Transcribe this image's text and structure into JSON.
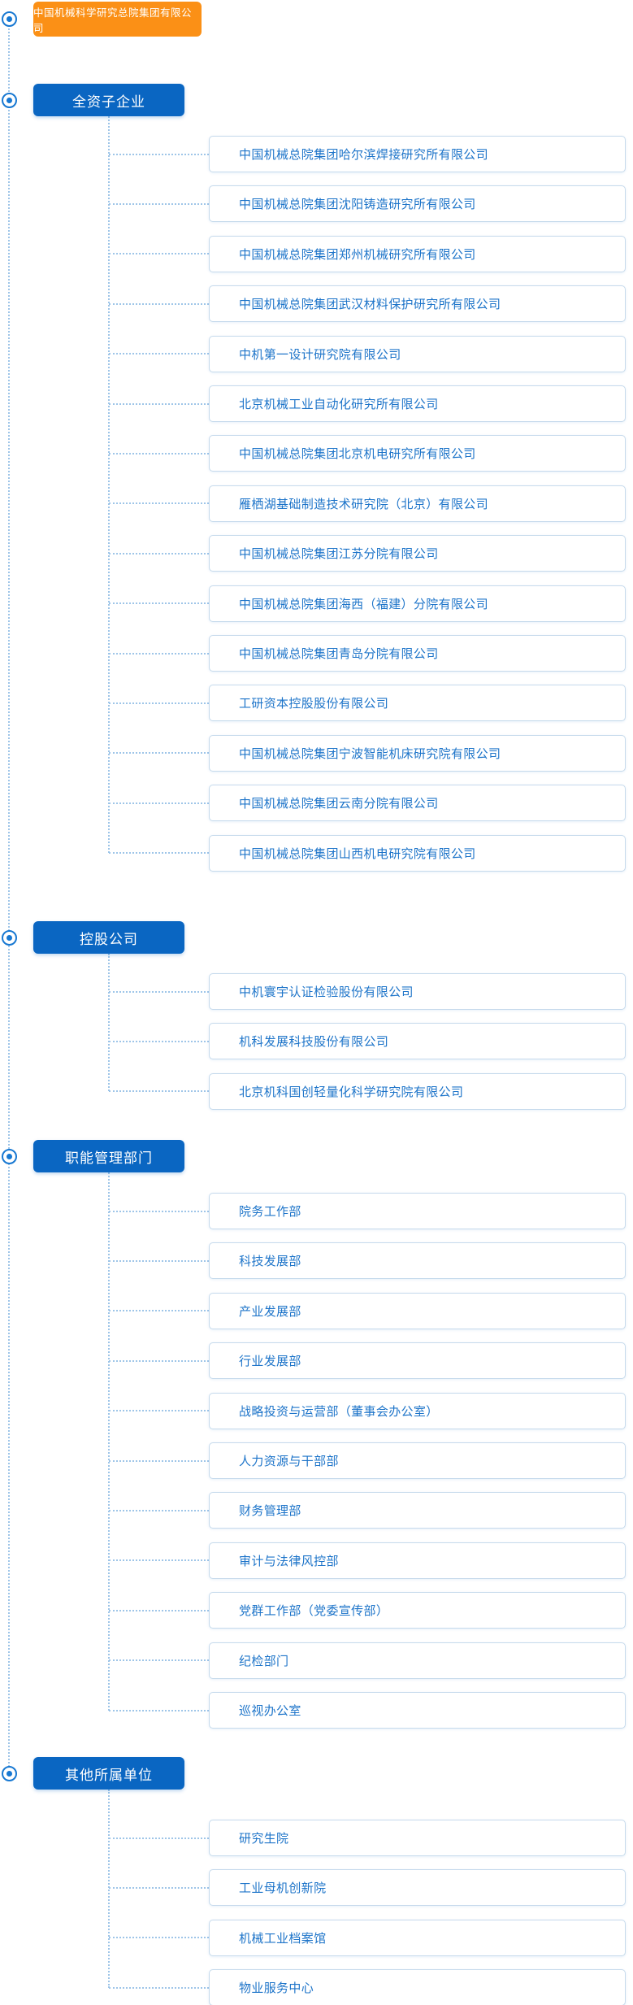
{
  "root": {
    "label": "中国机械科学研究总院集团有限公司"
  },
  "colors": {
    "root_bg": "#FB9016",
    "category_bg": "#0A66C2",
    "item_text": "#1D74C9",
    "item_border": "#C6DAEC",
    "connector": "#9EC5E8",
    "bullet": "#1778D2"
  },
  "sections": [
    {
      "label": "全资子企业",
      "items": [
        "中国机械总院集团哈尔滨焊接研究所有限公司",
        "中国机械总院集团沈阳铸造研究所有限公司",
        "中国机械总院集团郑州机械研究所有限公司",
        "中国机械总院集团武汉材料保护研究所有限公司",
        "中机第一设计研究院有限公司",
        "北京机械工业自动化研究所有限公司",
        "中国机械总院集团北京机电研究所有限公司",
        "雁栖湖基础制造技术研究院（北京）有限公司",
        "中国机械总院集团江苏分院有限公司",
        "中国机械总院集团海西（福建）分院有限公司",
        "中国机械总院集团青岛分院有限公司",
        "工研资本控股股份有限公司",
        "中国机械总院集团宁波智能机床研究院有限公司",
        "中国机械总院集团云南分院有限公司",
        "中国机械总院集团山西机电研究院有限公司"
      ]
    },
    {
      "label": "控股公司",
      "items": [
        "中机寰宇认证检验股份有限公司",
        "机科发展科技股份有限公司",
        "北京机科国创轻量化科学研究院有限公司"
      ]
    },
    {
      "label": "职能管理部门",
      "items": [
        "院务工作部",
        "科技发展部",
        "产业发展部",
        "行业发展部",
        "战略投资与运营部（董事会办公室）",
        "人力资源与干部部",
        "财务管理部",
        "审计与法律风控部",
        "党群工作部（党委宣传部）",
        "纪检部门",
        "巡视办公室"
      ]
    },
    {
      "label": "其他所属单位",
      "items": [
        "研究生院",
        "工业母机创新院",
        "机械工业档案馆",
        "物业服务中心"
      ]
    }
  ]
}
